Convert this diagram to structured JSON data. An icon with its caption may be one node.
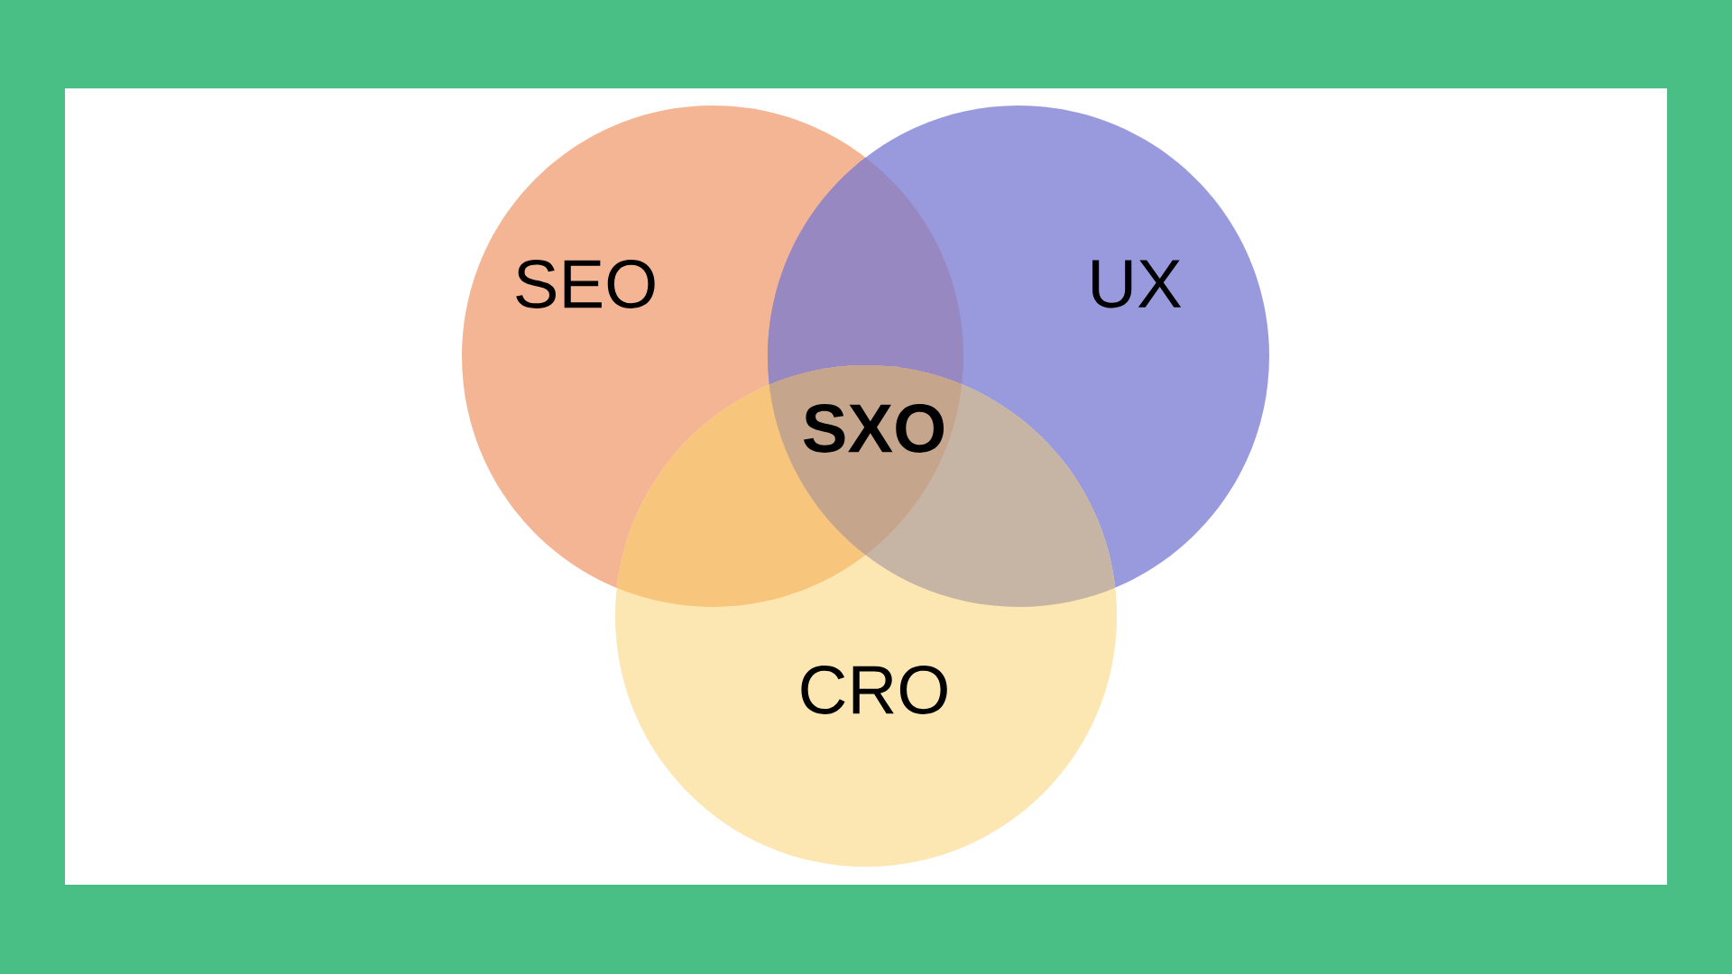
{
  "diagram": {
    "nodes": [
      {
        "text": [
          "SEO"
        ]
      },
      {
        "text": [
          "UX"
        ]
      },
      {
        "text": [
          "CRO"
        ]
      }
    ],
    "labels": [
      "SXO"
    ]
  }
}
